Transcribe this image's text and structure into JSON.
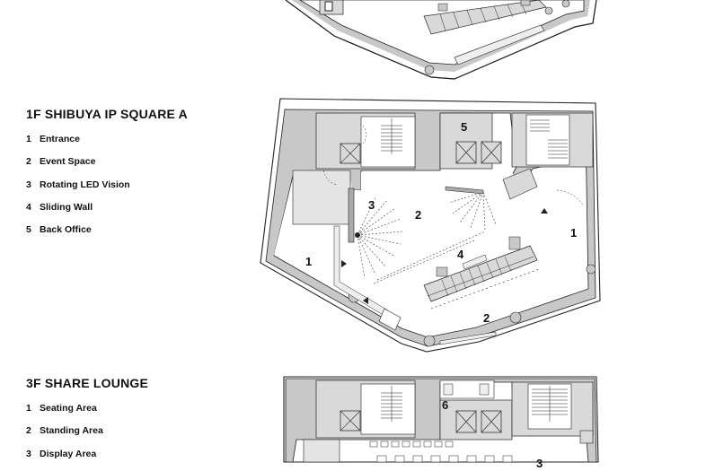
{
  "floors": [
    {
      "title": "1F  SHIBUYA IP SQUARE A",
      "items": [
        {
          "num": "1",
          "label": "Entrance"
        },
        {
          "num": "2",
          "label": "Event Space"
        },
        {
          "num": "3",
          "label": "Rotating LED Vision"
        },
        {
          "num": "4",
          "label": "Sliding Wall"
        },
        {
          "num": "5",
          "label": "Back Office"
        }
      ],
      "plan_labels": [
        "5",
        "3",
        "2",
        "1",
        "1",
        "4",
        "2"
      ]
    },
    {
      "title": "3F  SHARE LOUNGE",
      "items": [
        {
          "num": "1",
          "label": "Seating Area"
        },
        {
          "num": "2",
          "label": "Standing Area"
        },
        {
          "num": "3",
          "label": "Display Area"
        }
      ],
      "plan_labels": [
        "6",
        "3"
      ]
    }
  ],
  "colors": {
    "wall_fill": "#c8c8c8",
    "core_fill": "#d9d9d9",
    "line": "#222222",
    "background": "#ffffff"
  }
}
